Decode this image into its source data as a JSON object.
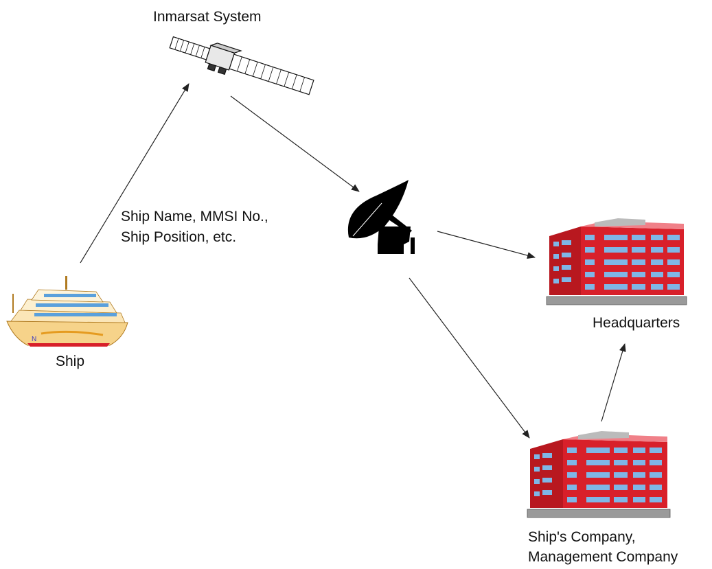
{
  "labels": {
    "satellite": "Inmarsat System",
    "ship": "Ship",
    "message_line1": "Ship Name, MMSI No.,",
    "message_line2": "Ship Position, etc.",
    "headquarters": "Headquarters",
    "company_line1": "Ship's Company,",
    "company_line2": "Management Company"
  },
  "colors": {
    "building_red": "#d8202a",
    "window_blue": "#7fb6e6",
    "ship_gold": "#f0b040",
    "line": "#222222"
  },
  "icons": [
    "satellite-icon",
    "ship-icon",
    "earth-station-dish-icon",
    "headquarters-building-icon",
    "company-building-icon"
  ]
}
